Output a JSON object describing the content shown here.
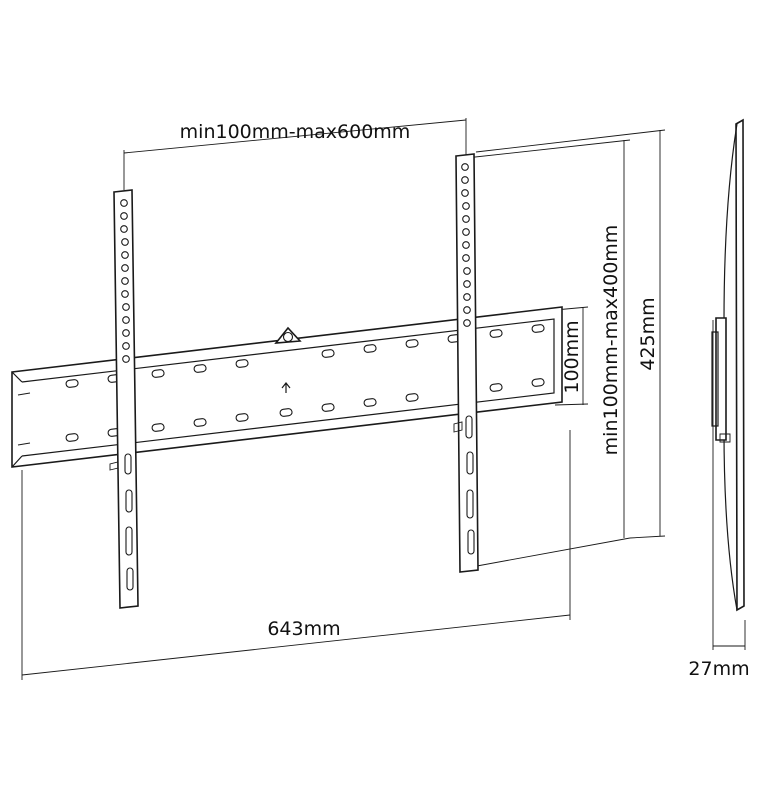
{
  "dimensions": {
    "vesa_horizontal": "min100mm-max600mm",
    "vesa_vertical": "min100mm-max400mm",
    "wall_plate_height": "100mm",
    "arm_height": "425mm",
    "width": "643mm",
    "depth": "27mm"
  },
  "colors": {
    "line": "#1a1a1a",
    "background": "#ffffff"
  },
  "icons": {
    "level_arrow": "arrow-up-icon",
    "hanging_hook": "hook-icon"
  }
}
